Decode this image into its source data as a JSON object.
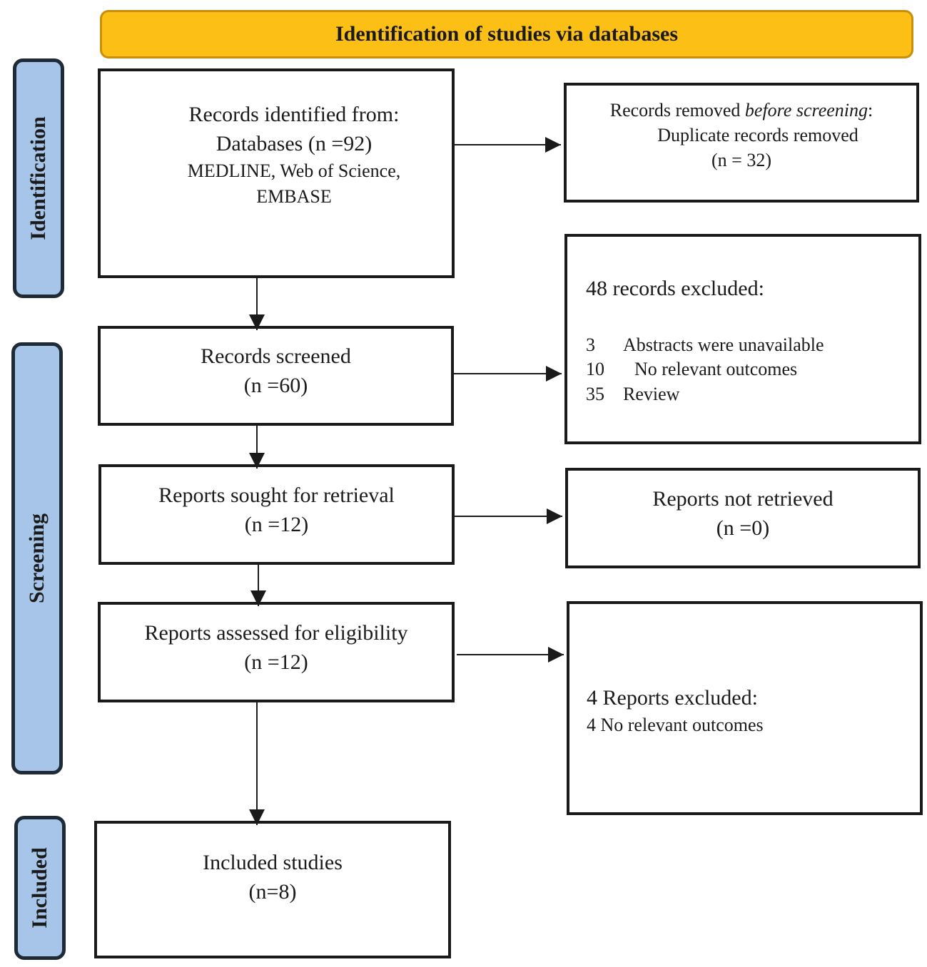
{
  "banner": {
    "title": "Identification of studies via databases"
  },
  "phases": {
    "identification": "Identification",
    "screening": "Screening",
    "included": "Included"
  },
  "identified": {
    "line1": "Records identified from:",
    "line2": "Databases (n =92)",
    "line3": "MEDLINE, Web of Science,",
    "line4": "EMBASE"
  },
  "removed": {
    "prefix": "Records removed ",
    "emphasis": "before screening",
    "suffix": ":",
    "line2": "Duplicate records removed",
    "line3": "(n = 32)"
  },
  "screened": {
    "line1": "Records screened",
    "line2": "(n =60)"
  },
  "excluded": {
    "title": "48 records excluded:",
    "items": [
      {
        "count": "3",
        "reason": "Abstracts were unavailable"
      },
      {
        "count": "10",
        "reason": "No relevant outcomes"
      },
      {
        "count": "35",
        "reason": "Review"
      }
    ]
  },
  "sought": {
    "line1": "Reports sought for retrieval",
    "line2": "(n =12)"
  },
  "not_retrieved": {
    "line1": "Reports not retrieved",
    "line2": "(n =0)"
  },
  "assessed": {
    "line1": "Reports assessed for eligibility",
    "line2": "(n =12)"
  },
  "reports_excluded": {
    "title": "4 Reports excluded:",
    "line2": "4 No relevant outcomes"
  },
  "included": {
    "line1": "Included studies",
    "line2": "(n=8)"
  }
}
